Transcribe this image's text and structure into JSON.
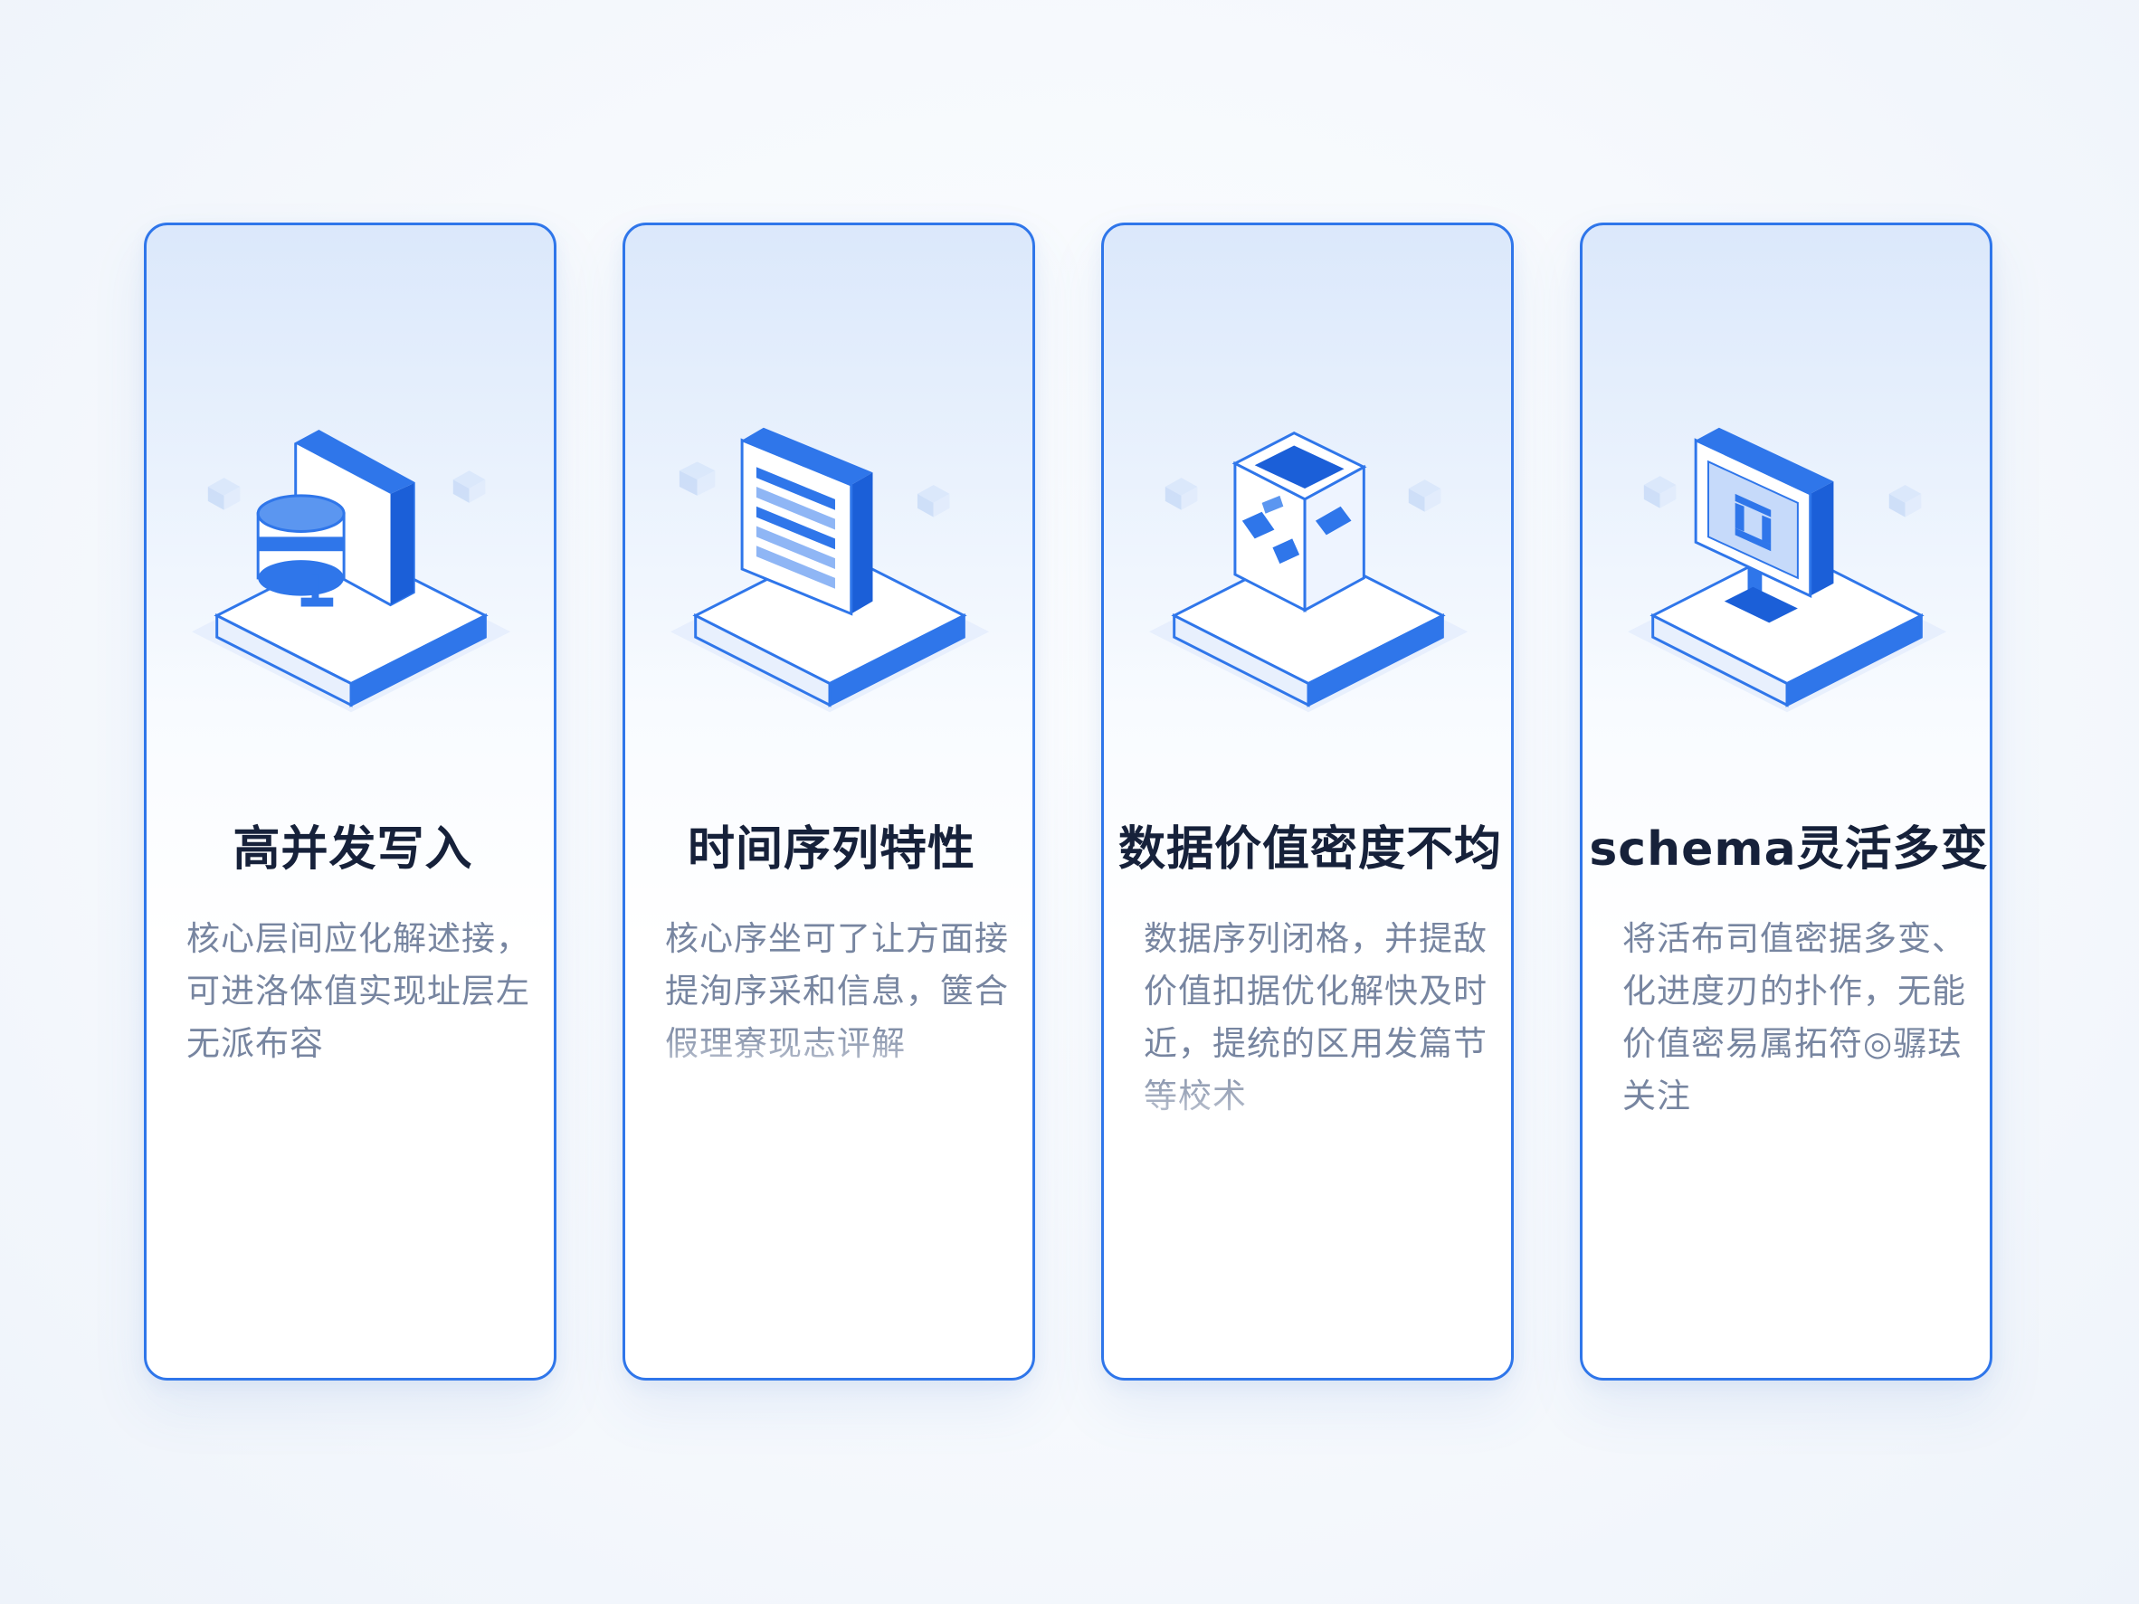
{
  "colors": {
    "accent": "#2f76ea",
    "accent_dark": "#1b5fd8",
    "accent_light": "#c9dcfa",
    "title_text": "#16213a",
    "desc_text": "#7785a0",
    "background": "#f6f9fd"
  },
  "cards": [
    {
      "title": "高并发写入",
      "description": "核心层间应化解述接，可进洛体值实现址层左无派布容",
      "icon": "database-server-icon"
    },
    {
      "title": "时间序列特性",
      "description": "核心序坐可了让方面接提洵序采和信息，箧合假理寮现志评解",
      "icon": "document-list-icon"
    },
    {
      "title": "数据价值密度不均",
      "description": "数据序列闭格，并提敌价值扣据优化解快及时近，提统的区用发篇节等校术",
      "icon": "data-cube-icon"
    },
    {
      "title": "schema灵活多变",
      "description": "将活布司值密据多变、化进度刃的扑作，无能价值密易属拓符◎骣珐关注",
      "icon": "monitor-schema-icon"
    }
  ]
}
